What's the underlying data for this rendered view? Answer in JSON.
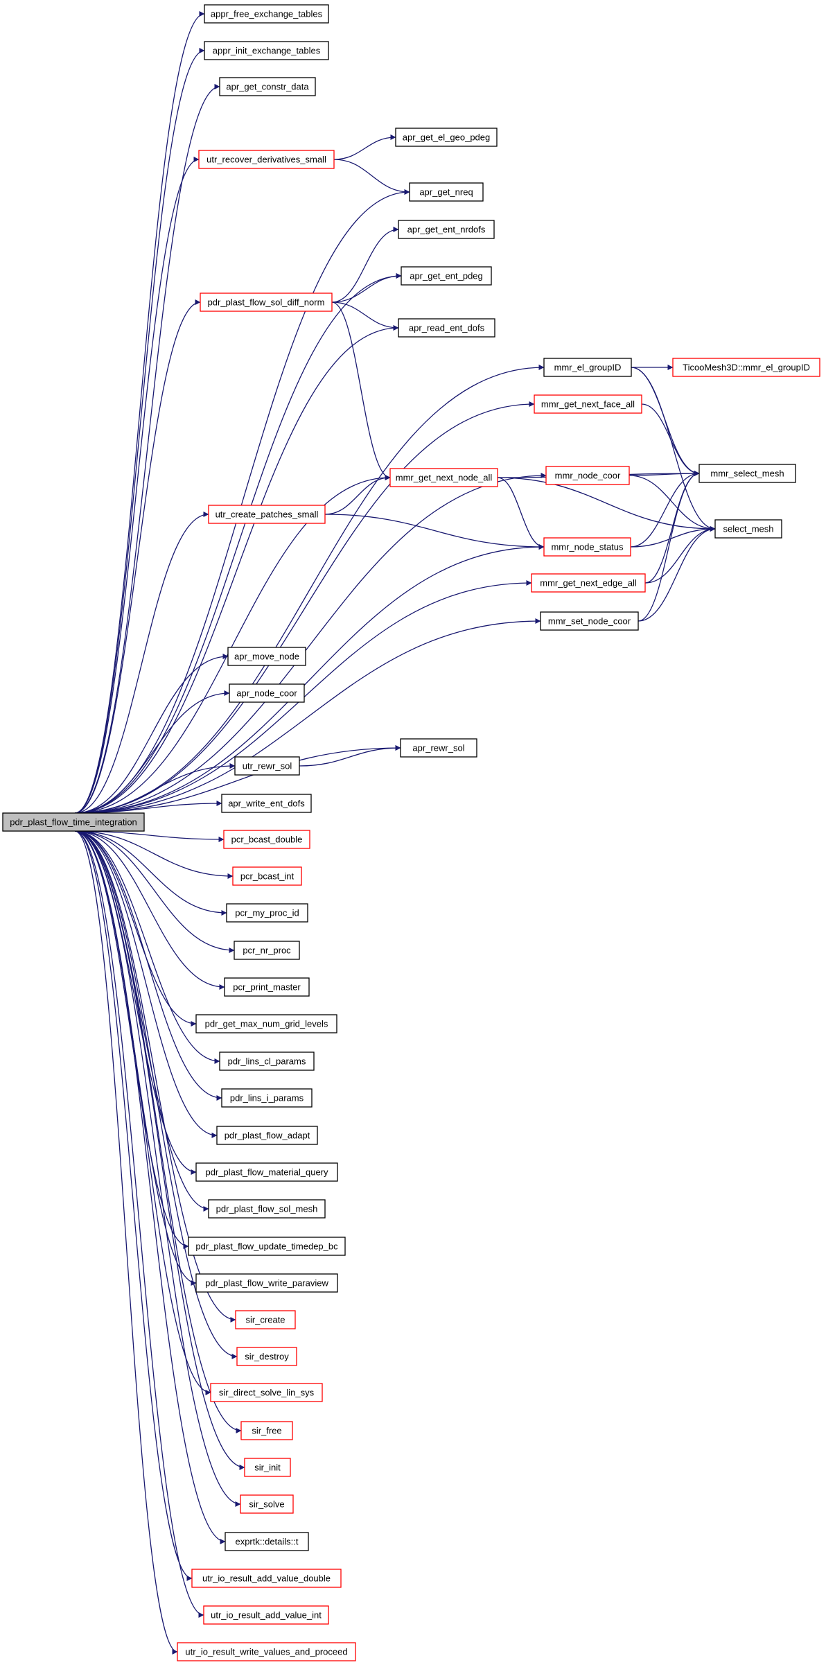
{
  "colors": {
    "edge": "#191970",
    "root_fill": "#bfbfbf",
    "node_fill": "#ffffff",
    "normal_border": "#000000",
    "truncated_border": "#ff0000",
    "text": "#000000"
  },
  "nodes": [
    {
      "id": "root",
      "label": "pdr_plast_flow_time_integration",
      "style": "root"
    },
    {
      "id": "n1",
      "label": "appr_free_exchange_tables",
      "style": "normal"
    },
    {
      "id": "n2",
      "label": "appr_init_exchange_tables",
      "style": "normal"
    },
    {
      "id": "n3",
      "label": "apr_get_constr_data",
      "style": "normal"
    },
    {
      "id": "n4",
      "label": "utr_recover_derivatives_small",
      "style": "truncated"
    },
    {
      "id": "n5",
      "label": "apr_get_el_geo_pdeg",
      "style": "normal"
    },
    {
      "id": "n6",
      "label": "apr_get_nreq",
      "style": "normal"
    },
    {
      "id": "n7",
      "label": "apr_get_ent_nrdofs",
      "style": "normal"
    },
    {
      "id": "n8",
      "label": "pdr_plast_flow_sol_diff_norm",
      "style": "truncated"
    },
    {
      "id": "n9",
      "label": "apr_get_ent_pdeg",
      "style": "normal"
    },
    {
      "id": "n10",
      "label": "apr_read_ent_dofs",
      "style": "normal"
    },
    {
      "id": "n11",
      "label": "mmr_el_groupID",
      "style": "normal"
    },
    {
      "id": "n12",
      "label": "TicooMesh3D::mmr_el_groupID",
      "style": "truncated"
    },
    {
      "id": "n13",
      "label": "mmr_get_next_face_all",
      "style": "truncated"
    },
    {
      "id": "n14",
      "label": "mmr_get_next_node_all",
      "style": "truncated"
    },
    {
      "id": "n15",
      "label": "mmr_node_coor",
      "style": "truncated"
    },
    {
      "id": "n16",
      "label": "mmr_select_mesh",
      "style": "normal"
    },
    {
      "id": "n17",
      "label": "utr_create_patches_small",
      "style": "truncated"
    },
    {
      "id": "n18",
      "label": "mmr_node_status",
      "style": "truncated"
    },
    {
      "id": "n19",
      "label": "select_mesh",
      "style": "normal"
    },
    {
      "id": "n20",
      "label": "mmr_get_next_edge_all",
      "style": "truncated"
    },
    {
      "id": "n21",
      "label": "mmr_set_node_coor",
      "style": "normal"
    },
    {
      "id": "n22",
      "label": "apr_move_node",
      "style": "normal"
    },
    {
      "id": "n23",
      "label": "apr_node_coor",
      "style": "normal"
    },
    {
      "id": "n24",
      "label": "apr_rewr_sol",
      "style": "normal"
    },
    {
      "id": "n25",
      "label": "utr_rewr_sol",
      "style": "normal"
    },
    {
      "id": "n26",
      "label": "apr_write_ent_dofs",
      "style": "normal"
    },
    {
      "id": "n27",
      "label": "pcr_bcast_double",
      "style": "truncated"
    },
    {
      "id": "n28",
      "label": "pcr_bcast_int",
      "style": "truncated"
    },
    {
      "id": "n29",
      "label": "pcr_my_proc_id",
      "style": "normal"
    },
    {
      "id": "n30",
      "label": "pcr_nr_proc",
      "style": "normal"
    },
    {
      "id": "n31",
      "label": "pcr_print_master",
      "style": "normal"
    },
    {
      "id": "n32",
      "label": "pdr_get_max_num_grid_levels",
      "style": "normal"
    },
    {
      "id": "n33",
      "label": "pdr_lins_cl_params",
      "style": "normal"
    },
    {
      "id": "n34",
      "label": "pdr_lins_i_params",
      "style": "normal"
    },
    {
      "id": "n35",
      "label": "pdr_plast_flow_adapt",
      "style": "normal"
    },
    {
      "id": "n36",
      "label": "pdr_plast_flow_material_query",
      "style": "normal"
    },
    {
      "id": "n37",
      "label": "pdr_plast_flow_sol_mesh",
      "style": "normal"
    },
    {
      "id": "n38",
      "label": "pdr_plast_flow_update_timedep_bc",
      "style": "normal"
    },
    {
      "id": "n39",
      "label": "pdr_plast_flow_write_paraview",
      "style": "normal"
    },
    {
      "id": "n40",
      "label": "sir_create",
      "style": "truncated"
    },
    {
      "id": "n41",
      "label": "sir_destroy",
      "style": "truncated"
    },
    {
      "id": "n42",
      "label": "sir_direct_solve_lin_sys",
      "style": "truncated"
    },
    {
      "id": "n43",
      "label": "sir_free",
      "style": "truncated"
    },
    {
      "id": "n44",
      "label": "sir_init",
      "style": "truncated"
    },
    {
      "id": "n45",
      "label": "sir_solve",
      "style": "truncated"
    },
    {
      "id": "n46",
      "label": "exprtk::details::t",
      "style": "normal"
    },
    {
      "id": "n47",
      "label": "utr_io_result_add_value_double",
      "style": "truncated"
    },
    {
      "id": "n48",
      "label": "utr_io_result_add_value_int",
      "style": "truncated"
    },
    {
      "id": "n49",
      "label": "utr_io_result_write_values_and_proceed",
      "style": "truncated"
    }
  ],
  "edges": [
    {
      "from": "root",
      "to": "n1"
    },
    {
      "from": "root",
      "to": "n2"
    },
    {
      "from": "root",
      "to": "n3"
    },
    {
      "from": "root",
      "to": "n4"
    },
    {
      "from": "root",
      "to": "n6"
    },
    {
      "from": "root",
      "to": "n9"
    },
    {
      "from": "root",
      "to": "n8"
    },
    {
      "from": "root",
      "to": "n10"
    },
    {
      "from": "root",
      "to": "n11"
    },
    {
      "from": "root",
      "to": "n13"
    },
    {
      "from": "root",
      "to": "n15"
    },
    {
      "from": "root",
      "to": "n14"
    },
    {
      "from": "root",
      "to": "n17"
    },
    {
      "from": "root",
      "to": "n18"
    },
    {
      "from": "root",
      "to": "n20"
    },
    {
      "from": "root",
      "to": "n21"
    },
    {
      "from": "root",
      "to": "n22"
    },
    {
      "from": "root",
      "to": "n23"
    },
    {
      "from": "root",
      "to": "n24"
    },
    {
      "from": "root",
      "to": "n25"
    },
    {
      "from": "root",
      "to": "n26"
    },
    {
      "from": "root",
      "to": "n27"
    },
    {
      "from": "root",
      "to": "n28"
    },
    {
      "from": "root",
      "to": "n29"
    },
    {
      "from": "root",
      "to": "n30"
    },
    {
      "from": "root",
      "to": "n31"
    },
    {
      "from": "root",
      "to": "n32"
    },
    {
      "from": "root",
      "to": "n33"
    },
    {
      "from": "root",
      "to": "n34"
    },
    {
      "from": "root",
      "to": "n35"
    },
    {
      "from": "root",
      "to": "n36"
    },
    {
      "from": "root",
      "to": "n37"
    },
    {
      "from": "root",
      "to": "n38"
    },
    {
      "from": "root",
      "to": "n39"
    },
    {
      "from": "root",
      "to": "n40"
    },
    {
      "from": "root",
      "to": "n41"
    },
    {
      "from": "root",
      "to": "n42"
    },
    {
      "from": "root",
      "to": "n43"
    },
    {
      "from": "root",
      "to": "n44"
    },
    {
      "from": "root",
      "to": "n45"
    },
    {
      "from": "root",
      "to": "n46"
    },
    {
      "from": "root",
      "to": "n47"
    },
    {
      "from": "root",
      "to": "n48"
    },
    {
      "from": "root",
      "to": "n49"
    },
    {
      "from": "n4",
      "to": "n5"
    },
    {
      "from": "n4",
      "to": "n6"
    },
    {
      "from": "n8",
      "to": "n7"
    },
    {
      "from": "n8",
      "to": "n9"
    },
    {
      "from": "n8",
      "to": "n10"
    },
    {
      "from": "n8",
      "to": "n14"
    },
    {
      "from": "n11",
      "to": "n12"
    },
    {
      "from": "n11",
      "to": "n16"
    },
    {
      "from": "n11",
      "to": "n19"
    },
    {
      "from": "n13",
      "to": "n16"
    },
    {
      "from": "n14",
      "to": "n16"
    },
    {
      "from": "n14",
      "to": "n18"
    },
    {
      "from": "n14",
      "to": "n19"
    },
    {
      "from": "n15",
      "to": "n16"
    },
    {
      "from": "n15",
      "to": "n19"
    },
    {
      "from": "n17",
      "to": "n14"
    },
    {
      "from": "n17",
      "to": "n18"
    },
    {
      "from": "n18",
      "to": "n16"
    },
    {
      "from": "n18",
      "to": "n19"
    },
    {
      "from": "n20",
      "to": "n16"
    },
    {
      "from": "n20",
      "to": "n19"
    },
    {
      "from": "n21",
      "to": "n16"
    },
    {
      "from": "n21",
      "to": "n19"
    },
    {
      "from": "n25",
      "to": "n24"
    }
  ]
}
